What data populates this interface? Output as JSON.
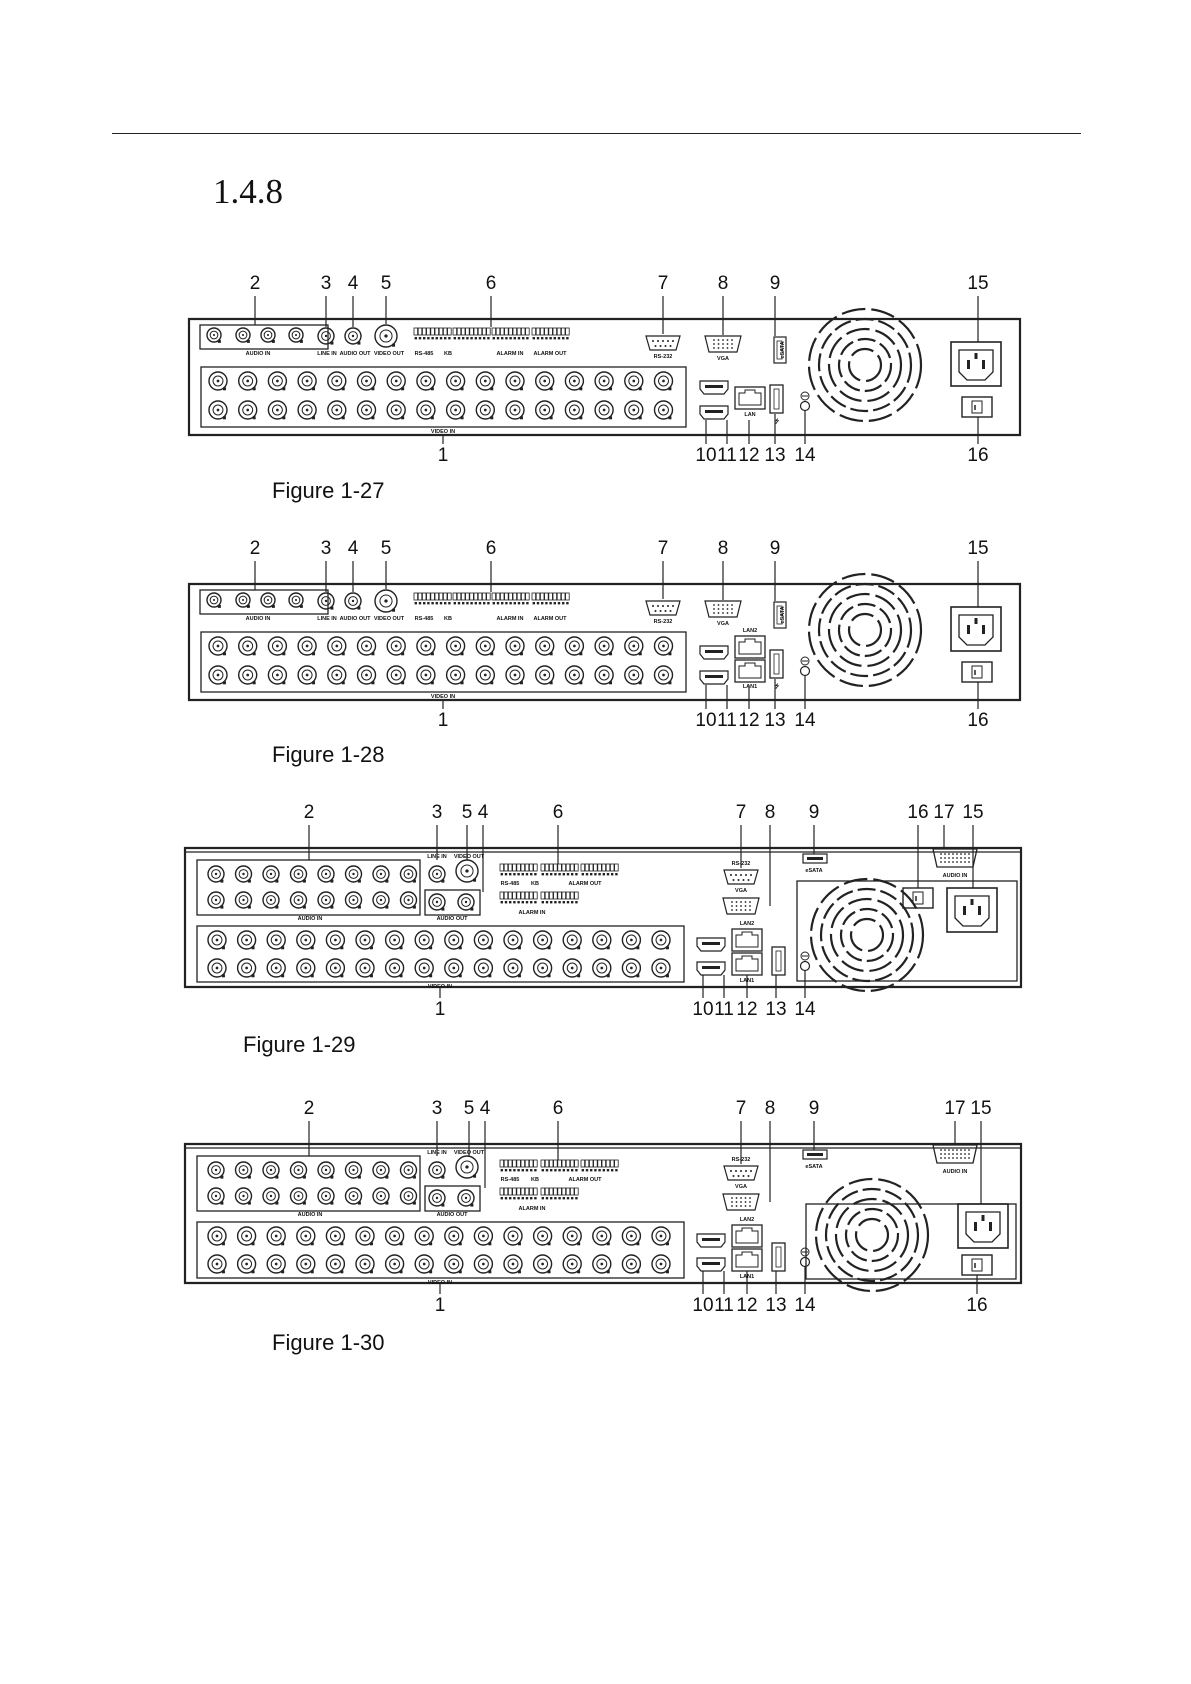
{
  "section": {
    "number": "1.4.8"
  },
  "figures": [
    {
      "caption": "Figure 1-27",
      "variant": "A",
      "callouts": [
        "1",
        "2",
        "3",
        "4",
        "5",
        "6",
        "7",
        "8",
        "9",
        "10",
        "11",
        "12",
        "13",
        "14",
        "15",
        "16"
      ],
      "port_labels": {
        "audio_in": "AUDIO IN",
        "line_in": "LINE IN",
        "audio_out": "AUDIO OUT",
        "video_out": "VIDEO OUT",
        "rs485": "RS-485",
        "kb": "KB",
        "alarm_in": "ALARM IN",
        "alarm_out": "ALARM OUT",
        "rs232": "RS-232",
        "vga": "VGA",
        "esata": "eSATA",
        "lan": "LAN",
        "video_in": "VIDEO IN"
      }
    },
    {
      "caption": "Figure 1-28",
      "variant": "B",
      "callouts": [
        "1",
        "2",
        "3",
        "4",
        "5",
        "6",
        "7",
        "8",
        "9",
        "10",
        "11",
        "12",
        "13",
        "14",
        "15",
        "16"
      ],
      "port_labels": {
        "audio_in": "AUDIO IN",
        "line_in": "LINE IN",
        "audio_out": "AUDIO OUT",
        "video_out": "VIDEO OUT",
        "rs485": "RS-485",
        "kb": "KB",
        "alarm_in": "ALARM IN",
        "alarm_out": "ALARM OUT",
        "rs232": "RS-232",
        "vga": "VGA",
        "esata": "eSATA",
        "lan2": "LAN2",
        "lan1": "LAN1",
        "video_in": "VIDEO IN"
      }
    },
    {
      "caption": "Figure 1-29",
      "variant": "C",
      "callouts": [
        "1",
        "2",
        "3",
        "4",
        "5",
        "6",
        "7",
        "8",
        "9",
        "10",
        "11",
        "12",
        "13",
        "14",
        "15",
        "16",
        "17"
      ],
      "port_labels": {
        "audio_in": "AUDIO IN",
        "line_in": "LINE IN",
        "video_out": "VIDEO OUT",
        "audio_out": "AUDIO OUT",
        "rs485": "RS-485",
        "kb": "KB",
        "alarm_out": "ALARM OUT",
        "alarm_in": "ALARM IN",
        "rs232": "RS-232",
        "vga": "VGA",
        "esata": "eSATA",
        "lan2": "LAN2",
        "lan1": "LAN1",
        "audio_in_db": "AUDIO IN",
        "video_in": "VIDEO IN"
      }
    },
    {
      "caption": "Figure 1-30",
      "variant": "D",
      "callouts": [
        "1",
        "2",
        "3",
        "4",
        "5",
        "6",
        "7",
        "8",
        "9",
        "10",
        "11",
        "12",
        "13",
        "14",
        "15",
        "16",
        "17"
      ],
      "port_labels": {
        "audio_in": "AUDIO IN",
        "line_in": "LINE IN",
        "video_out": "VIDEO OUT",
        "audio_out": "AUDIO OUT",
        "rs485": "RS-485",
        "kb": "KB",
        "alarm_out": "ALARM OUT",
        "alarm_in": "ALARM IN",
        "rs232": "RS-232",
        "vga": "VGA",
        "esata": "eSATA",
        "lan2": "LAN2",
        "lan1": "LAN1",
        "audio_in_db": "AUDIO IN",
        "video_in": "VIDEO IN"
      }
    }
  ]
}
